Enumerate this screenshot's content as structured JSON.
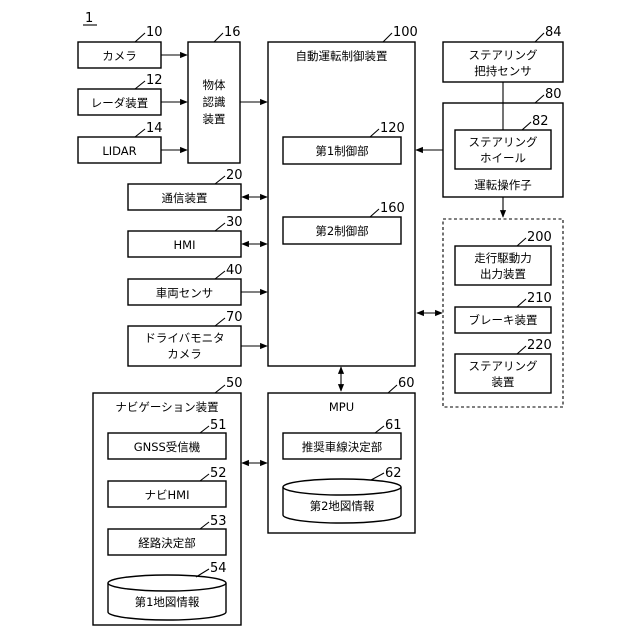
{
  "figure_ref": "1",
  "blocks": {
    "camera": {
      "ref": "10",
      "label": "カメラ"
    },
    "radar": {
      "ref": "12",
      "label": "レーダ装置"
    },
    "lidar": {
      "ref": "14",
      "label": "LIDAR"
    },
    "object_recognition": {
      "ref": "16",
      "lines": [
        "物体",
        "認識",
        "装置"
      ]
    },
    "comm": {
      "ref": "20",
      "label": "通信装置"
    },
    "hmi": {
      "ref": "30",
      "label": "HMI"
    },
    "vehicle_sensor": {
      "ref": "40",
      "label": "車両センサ"
    },
    "driver_monitor": {
      "ref": "70",
      "lines": [
        "ドライバモニタ",
        "カメラ"
      ]
    },
    "auto_control": {
      "ref": "100",
      "label": "自動運転制御装置"
    },
    "first_control": {
      "ref": "120",
      "label": "第1制御部"
    },
    "second_control": {
      "ref": "160",
      "label": "第2制御部"
    },
    "grip_sensor": {
      "ref": "84",
      "lines": [
        "ステアリング",
        "把持センサ"
      ]
    },
    "driving_operators": {
      "ref": "80",
      "label": "運転操作子"
    },
    "steering_wheel": {
      "ref": "82",
      "lines": [
        "ステアリング",
        "ホイール"
      ]
    },
    "drive_force": {
      "ref": "200",
      "lines": [
        "走行駆動力",
        "出力装置"
      ]
    },
    "brake": {
      "ref": "210",
      "label": "ブレーキ装置"
    },
    "steering": {
      "ref": "220",
      "lines": [
        "ステアリング",
        "装置"
      ]
    },
    "navigation": {
      "ref": "50",
      "label": "ナビゲーション装置"
    },
    "gnss": {
      "ref": "51",
      "label": "GNSS受信機"
    },
    "navi_hmi": {
      "ref": "52",
      "label": "ナビHMI"
    },
    "route": {
      "ref": "53",
      "label": "経路決定部"
    },
    "map1": {
      "ref": "54",
      "label": "第1地図情報"
    },
    "mpu": {
      "ref": "60",
      "label": "MPU"
    },
    "lane": {
      "ref": "61",
      "label": "推奨車線決定部"
    },
    "map2": {
      "ref": "62",
      "label": "第2地図情報"
    }
  }
}
